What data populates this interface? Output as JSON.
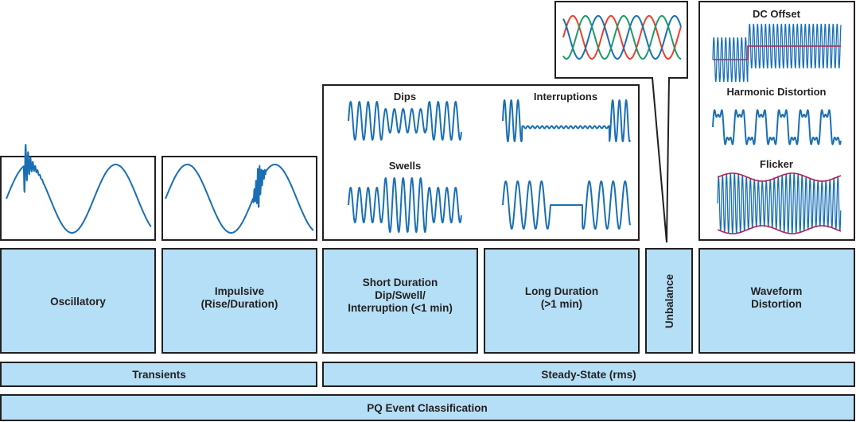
{
  "categories": {
    "oscillatory": "Oscillatory",
    "impulsive": [
      "Impulsive",
      "(Rise/Duration)"
    ],
    "short_duration": [
      "Short Duration",
      "Dip/Swell/",
      "Interruption (<1 min)"
    ],
    "long_duration": [
      "Long Duration",
      "(>1 min)"
    ],
    "unbalance": "Unbalance",
    "waveform_distortion": [
      "Waveform",
      "Distortion"
    ]
  },
  "groups": {
    "transients": "Transients",
    "steady_state": "Steady-State (rms)"
  },
  "root": "PQ Event Classification",
  "waveform_captions": {
    "dips": "Dips",
    "interruptions": "Interruptions",
    "swells": "Swells",
    "dc_offset": "DC Offset",
    "harmonic_distortion": "Harmonic Distortion",
    "flicker": "Flicker"
  },
  "colors": {
    "category_fill": "#b5dff6",
    "outline": "#231f20",
    "waveform": "#1a6fb4",
    "accent": "#b0245a",
    "phase_red": "#e8412f",
    "phase_blue": "#1a6fb4",
    "phase_green": "#1f9b68"
  }
}
